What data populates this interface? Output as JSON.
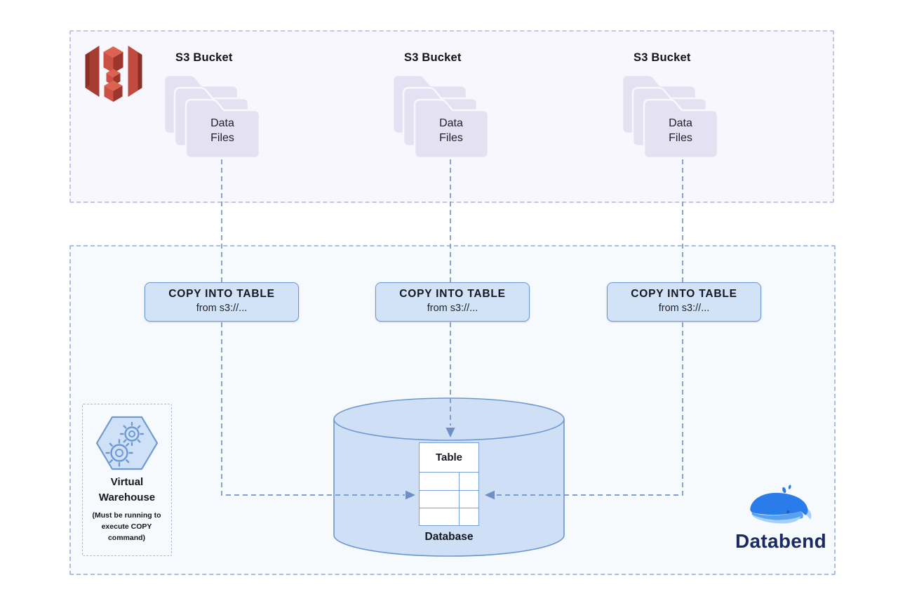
{
  "s3_section": {
    "buckets": [
      {
        "title": "S3 Bucket",
        "folder_label": "Data Files"
      },
      {
        "title": "S3 Bucket",
        "folder_label": "Data Files"
      },
      {
        "title": "S3 Bucket",
        "folder_label": "Data Files"
      }
    ]
  },
  "databend_section": {
    "copy_commands": [
      {
        "title": "COPY INTO TABLE",
        "subtitle": "from s3://..."
      },
      {
        "title": "COPY INTO TABLE",
        "subtitle": "from s3://..."
      },
      {
        "title": "COPY INTO TABLE",
        "subtitle": "from s3://..."
      }
    ],
    "database": {
      "table_label": "Table",
      "label": "Database"
    },
    "virtual_warehouse": {
      "title": "Virtual Warehouse",
      "note": "(Must be running to execute COPY command)"
    },
    "brand": {
      "name": "Databend"
    }
  },
  "icons": {
    "s3": "aws-s3-bucket-icon",
    "folders": "folder-stack-icon",
    "warehouse": "gears-hexagon-icon",
    "databend": "whale-icon"
  },
  "colors": {
    "s3_container_bg": "#f8f7fd",
    "s3_container_border": "#c7c4ec",
    "databend_container_bg": "#f7fafd",
    "databend_container_border": "#a9bfdf",
    "folder_fill": "#e4e1f3",
    "copy_box_bg": "#d2e3f8",
    "copy_box_border": "#6d98d2",
    "cylinder_fill": "#cfe0f6",
    "cylinder_border": "#6d98d0",
    "connector": "#7394c9",
    "s3_icon_red": "#c94c40",
    "brand_navy": "#1b2a63"
  }
}
